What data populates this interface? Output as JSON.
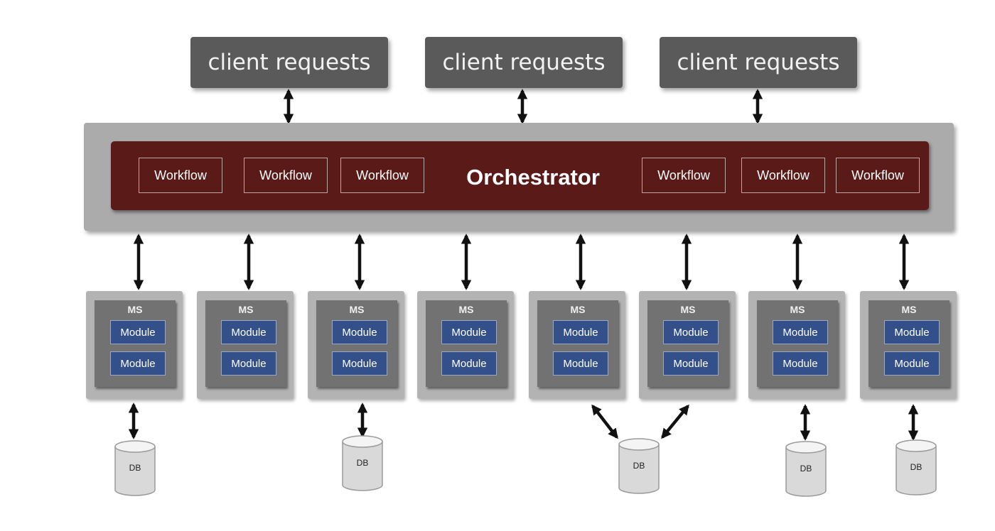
{
  "client_label": "client requests",
  "orchestrator": {
    "title": "Orchestrator",
    "workflows": [
      "Workflow",
      "Workflow",
      "Workflow",
      "Workflow",
      "Workflow",
      "Workflow"
    ]
  },
  "ms_label": "MS",
  "module_label": "Module",
  "db_label": "DB",
  "colors": {
    "client_box": "#5a5a5a",
    "orchestrator_frame": "#ababab",
    "orchestrator_band": "#5a1a17",
    "ms_outer": "#b3b3b3",
    "ms_inner": "#727272",
    "module": "#33508a",
    "db": "#dcdcdc"
  }
}
